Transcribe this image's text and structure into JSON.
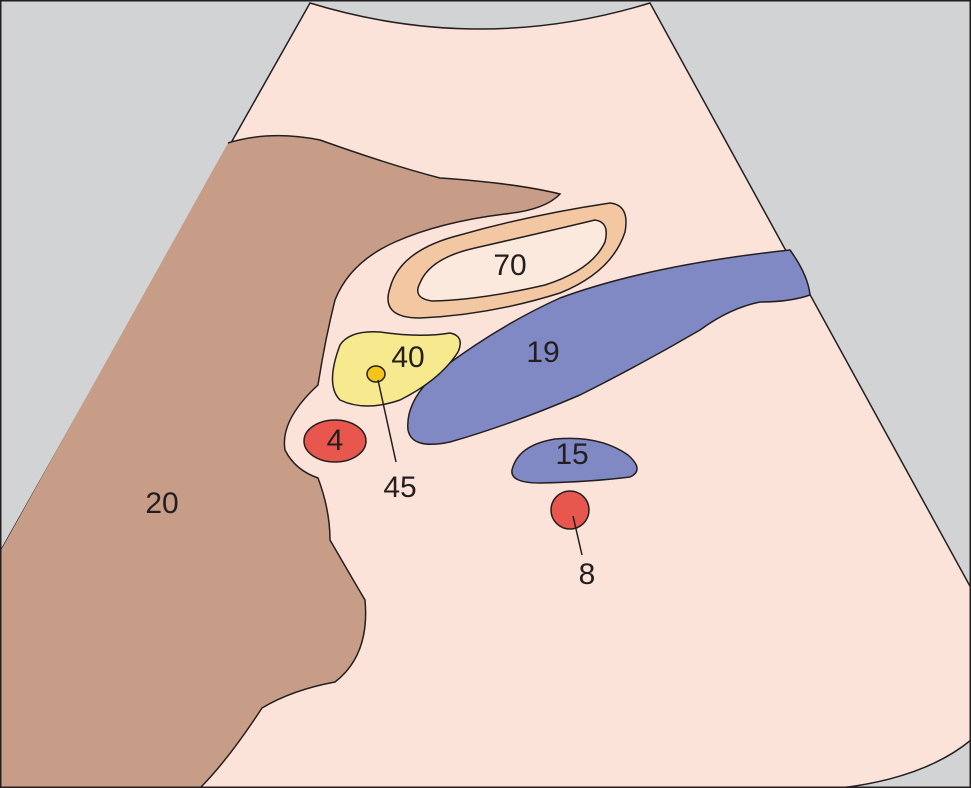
{
  "colors": {
    "background": "#d1d3d4",
    "sector": "#fce3d9",
    "liver": "#c89d87",
    "ring_outer": "#f2c7a2",
    "ring_inner": "#fce9de",
    "yellow": "#f7e98e",
    "yellow_dot": "#f5c51b",
    "red": "#e8574e",
    "blue": "#8189c4",
    "outline": "#231f20"
  },
  "labels": {
    "liver": "20",
    "ring": "70",
    "blue_large": "19",
    "yellow": "40",
    "yellow_dot": "45",
    "red_left": "4",
    "blue_small": "15",
    "red_small": "8"
  }
}
